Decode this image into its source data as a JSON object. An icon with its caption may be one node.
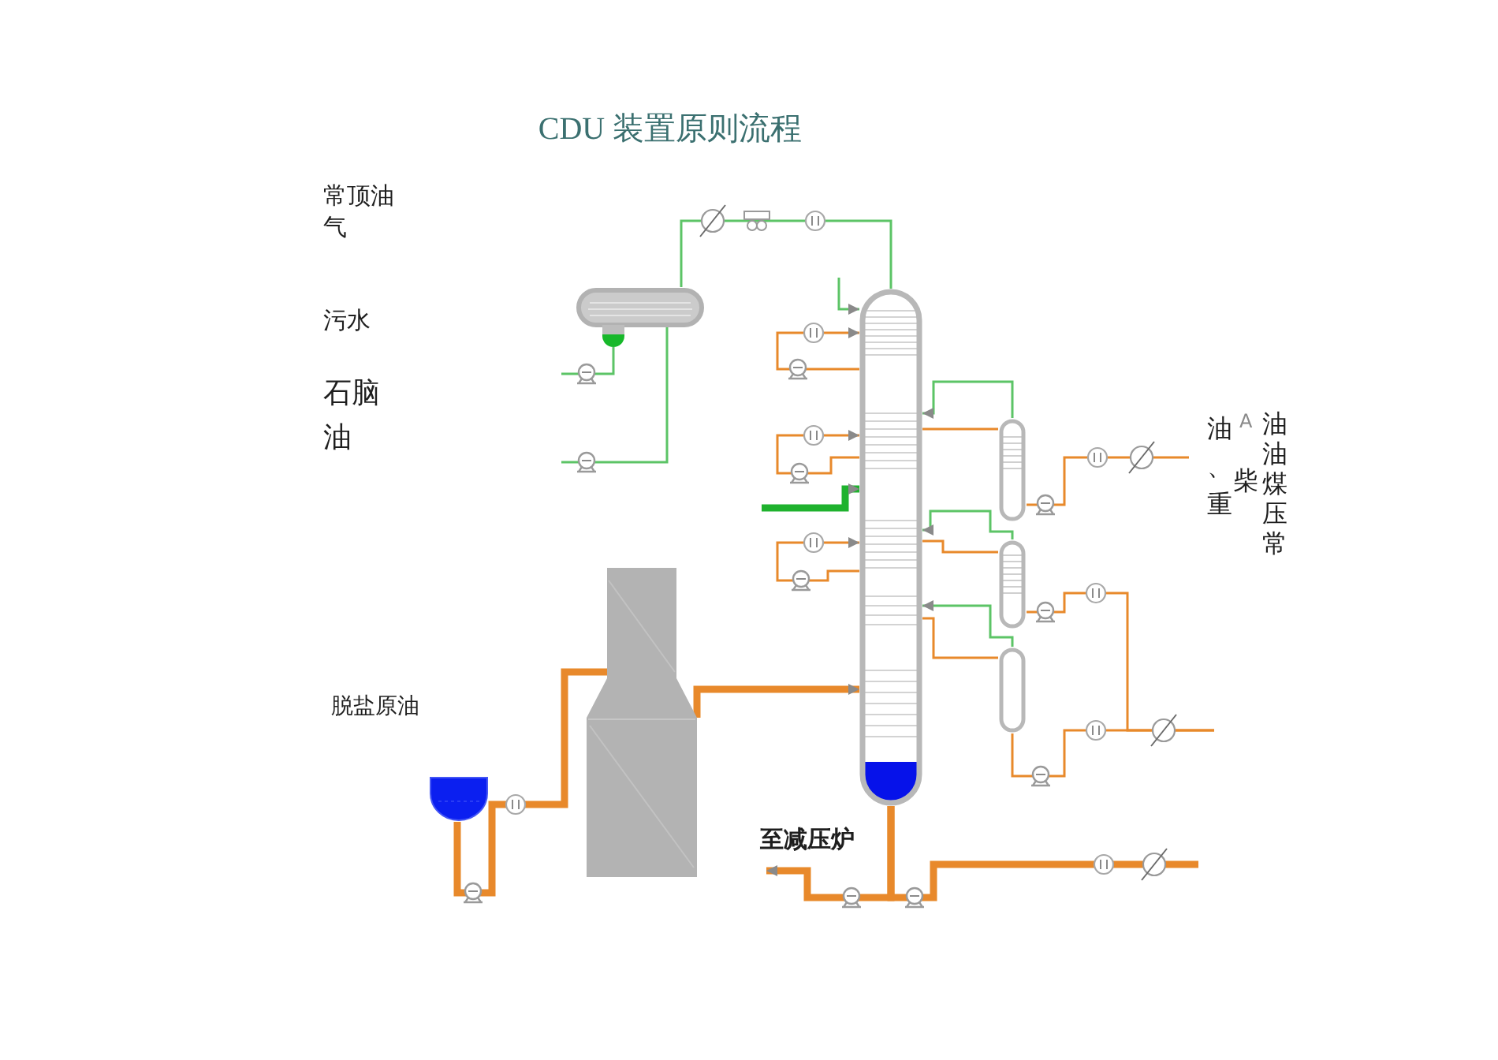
{
  "diagram": {
    "title": "CDU 装置原则流程",
    "nodes": [
      {
        "text": [],
        "shape": "drum"
      },
      {
        "text": [],
        "shape": "column"
      },
      {
        "text": [],
        "shape": "column"
      },
      {
        "text": [],
        "shape": "column"
      },
      {
        "text": [],
        "shape": "column"
      },
      {
        "text": [],
        "shape": "furnace"
      },
      {
        "text": [],
        "shape": "tank"
      },
      {
        "text": [
          "至减压炉"
        ]
      }
    ],
    "edges": [
      {
        "from": 1,
        "to": 0,
        "arrow": "none",
        "color": "#5cc466"
      },
      {
        "from": null,
        "to": 1,
        "arrow": "to",
        "color": "#5cc466"
      },
      {
        "from": 0,
        "to": null,
        "arrow": "none",
        "color": "#5cc466"
      },
      {
        "from": 1,
        "to": 1,
        "arrow": "to"
      },
      {
        "from": 2,
        "to": 1,
        "arrow": "to",
        "color": "#5cc466"
      },
      {
        "from": 1,
        "to": 2,
        "arrow": "none"
      },
      {
        "from": 0,
        "to": null,
        "arrow": "none",
        "color": "#5cc466"
      },
      {
        "from": 1,
        "to": 1,
        "arrow": "to"
      },
      {
        "from": null,
        "to": 1,
        "arrow": "to",
        "style": "thick",
        "color": "#1fb22e"
      },
      {
        "from": 2,
        "to": null,
        "arrow": "none"
      },
      {
        "from": 3,
        "to": 1,
        "arrow": "to",
        "color": "#5cc466"
      },
      {
        "from": 1,
        "to": 3,
        "arrow": "none"
      },
      {
        "from": 1,
        "to": 1,
        "arrow": "to"
      },
      {
        "from": 3,
        "to": null,
        "arrow": "none"
      },
      {
        "from": 4,
        "to": 1,
        "arrow": "to",
        "color": "#5cc466"
      },
      {
        "from": 1,
        "to": 4,
        "arrow": "none"
      },
      {
        "from": 5,
        "to": 1,
        "arrow": "to",
        "style": "thick"
      },
      {
        "from": 4,
        "to": null,
        "arrow": "none"
      },
      {
        "from": 6,
        "to": 5,
        "arrow": "none",
        "style": "thick"
      },
      {
        "from": 1,
        "to": 7,
        "arrow": "to",
        "style": "thick"
      },
      {
        "from": 1,
        "to": null,
        "arrow": "none",
        "style": "thick"
      }
    ],
    "labels": [
      "常顶油气",
      "污水",
      "石脑油",
      "油、重",
      "A",
      "油油煤压常",
      "柴",
      "脱盐原油"
    ]
  }
}
